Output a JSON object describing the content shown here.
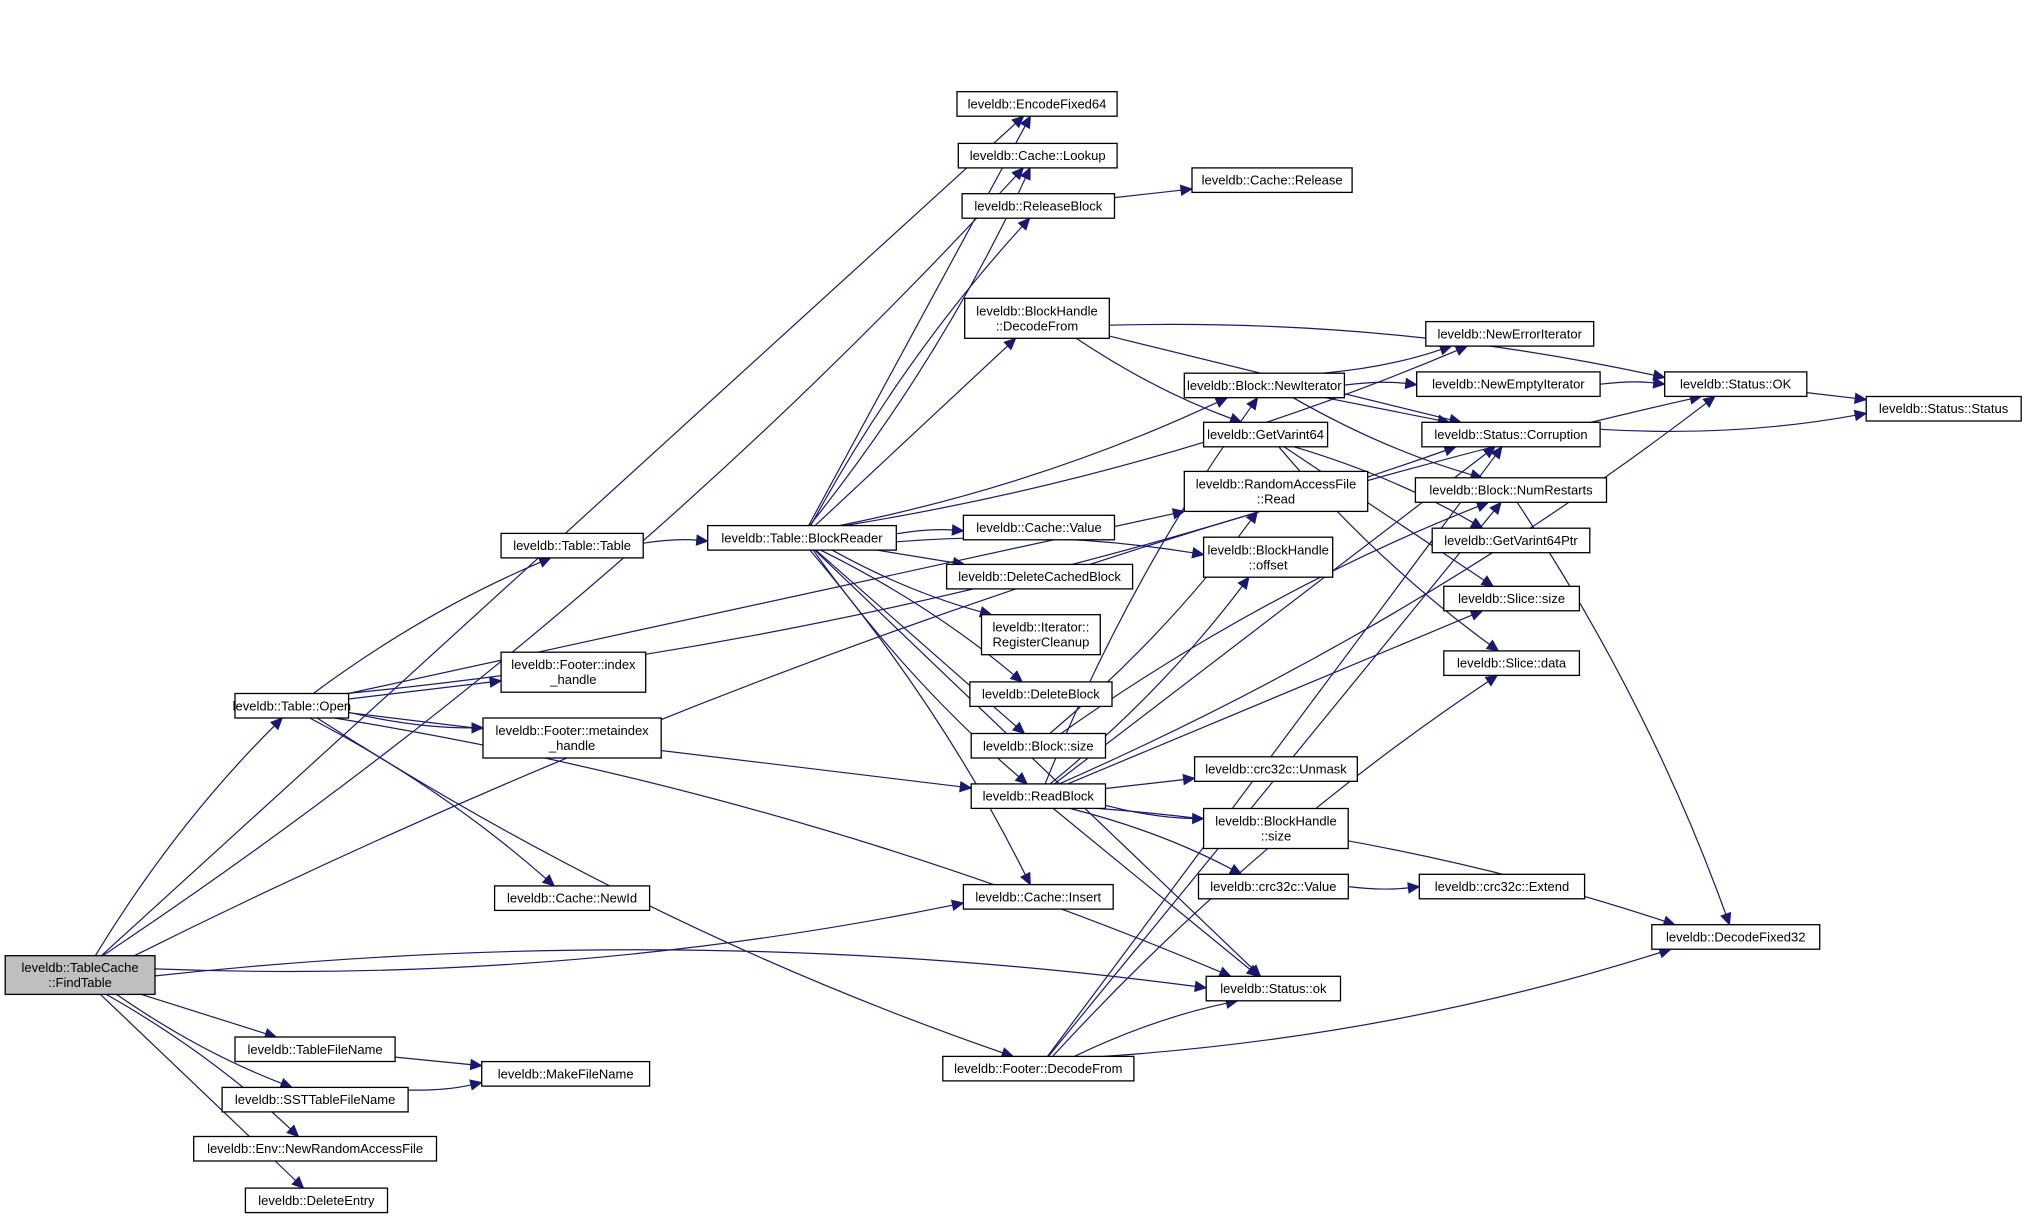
{
  "title": "leveldb::TableCache::FindTable call graph",
  "colors": {
    "edge": "#191970",
    "root_fill": "#bfbfbf",
    "node_fill": "#ffffff",
    "border": "#000000"
  },
  "nodes": [
    {
      "id": "findtable",
      "lines": [
        "leveldb::TableCache",
        "::FindTable"
      ],
      "root": true
    },
    {
      "id": "table_open",
      "lines": [
        "leveldb::Table::Open"
      ]
    },
    {
      "id": "tablefilename",
      "lines": [
        "leveldb::TableFileName"
      ]
    },
    {
      "id": "ssttablefilename",
      "lines": [
        "leveldb::SSTTableFileName"
      ]
    },
    {
      "id": "newrandomaccessfile",
      "lines": [
        "leveldb::Env::NewRandomAccessFile"
      ]
    },
    {
      "id": "deleteentry",
      "lines": [
        "leveldb::DeleteEntry"
      ]
    },
    {
      "id": "makefilename",
      "lines": [
        "leveldb::MakeFileName"
      ]
    },
    {
      "id": "table_table",
      "lines": [
        "leveldb::Table::Table"
      ]
    },
    {
      "id": "index_handle",
      "lines": [
        "leveldb::Footer::index",
        "_handle"
      ]
    },
    {
      "id": "metaindex_handle",
      "lines": [
        "leveldb::Footer::metaindex",
        "_handle"
      ]
    },
    {
      "id": "cache_newid",
      "lines": [
        "leveldb::Cache::NewId"
      ]
    },
    {
      "id": "blockreader",
      "lines": [
        "leveldb::Table::BlockReader"
      ]
    },
    {
      "id": "encodefixed64",
      "lines": [
        "leveldb::EncodeFixed64"
      ]
    },
    {
      "id": "cache_lookup",
      "lines": [
        "leveldb::Cache::Lookup"
      ]
    },
    {
      "id": "releaseblock",
      "lines": [
        "leveldb::ReleaseBlock"
      ]
    },
    {
      "id": "cache_release",
      "lines": [
        "leveldb::Cache::Release"
      ]
    },
    {
      "id": "bh_decodefrom",
      "lines": [
        "leveldb::BlockHandle",
        "::DecodeFrom"
      ]
    },
    {
      "id": "cache_value",
      "lines": [
        "leveldb::Cache::Value"
      ]
    },
    {
      "id": "deletecachedblock",
      "lines": [
        "leveldb::DeleteCachedBlock"
      ]
    },
    {
      "id": "registercleanup",
      "lines": [
        "leveldb::Iterator::",
        "RegisterCleanup"
      ]
    },
    {
      "id": "deleteblock",
      "lines": [
        "leveldb::DeleteBlock"
      ]
    },
    {
      "id": "block_size",
      "lines": [
        "leveldb::Block::size"
      ]
    },
    {
      "id": "readblock",
      "lines": [
        "leveldb::ReadBlock"
      ]
    },
    {
      "id": "cache_insert",
      "lines": [
        "leveldb::Cache::Insert"
      ]
    },
    {
      "id": "footer_decodefrom",
      "lines": [
        "leveldb::Footer::DecodeFrom"
      ]
    },
    {
      "id": "block_newiterator",
      "lines": [
        "leveldb::Block::NewIterator"
      ]
    },
    {
      "id": "getvarint64",
      "lines": [
        "leveldb::GetVarint64"
      ]
    },
    {
      "id": "raf_read",
      "lines": [
        "leveldb::RandomAccessFile",
        "::Read"
      ]
    },
    {
      "id": "bh_offset",
      "lines": [
        "leveldb::BlockHandle",
        "::offset"
      ]
    },
    {
      "id": "crc_unmask",
      "lines": [
        "leveldb::crc32c::Unmask"
      ]
    },
    {
      "id": "bh_size",
      "lines": [
        "leveldb::BlockHandle",
        "::size"
      ]
    },
    {
      "id": "crc_value",
      "lines": [
        "leveldb::crc32c::Value"
      ]
    },
    {
      "id": "status_ok_lower",
      "lines": [
        "leveldb::Status::ok"
      ]
    },
    {
      "id": "newerroriterator",
      "lines": [
        "leveldb::NewErrorIterator"
      ]
    },
    {
      "id": "newemptyiterator",
      "lines": [
        "leveldb::NewEmptyIterator"
      ]
    },
    {
      "id": "status_corruption",
      "lines": [
        "leveldb::Status::Corruption"
      ]
    },
    {
      "id": "block_numrestarts",
      "lines": [
        "leveldb::Block::NumRestarts"
      ]
    },
    {
      "id": "getvarint64ptr",
      "lines": [
        "leveldb::GetVarint64Ptr"
      ]
    },
    {
      "id": "slice_size",
      "lines": [
        "leveldb::Slice::size"
      ]
    },
    {
      "id": "slice_data",
      "lines": [
        "leveldb::Slice::data"
      ]
    },
    {
      "id": "crc_extend",
      "lines": [
        "leveldb::crc32c::Extend"
      ]
    },
    {
      "id": "status_ok_upper",
      "lines": [
        "leveldb::Status::OK"
      ]
    },
    {
      "id": "status_status",
      "lines": [
        "leveldb::Status::Status"
      ]
    },
    {
      "id": "decodefixed32",
      "lines": [
        "leveldb::DecodeFixed32"
      ]
    }
  ],
  "edges": [
    [
      "findtable",
      "table_open"
    ],
    [
      "findtable",
      "tablefilename"
    ],
    [
      "findtable",
      "ssttablefilename"
    ],
    [
      "findtable",
      "newrandomaccessfile"
    ],
    [
      "findtable",
      "deleteentry"
    ],
    [
      "findtable",
      "cache_insert"
    ],
    [
      "findtable",
      "status_ok_lower"
    ],
    [
      "findtable",
      "encodefixed64"
    ],
    [
      "findtable",
      "cache_lookup"
    ],
    [
      "findtable",
      "status_ok_upper"
    ],
    [
      "tablefilename",
      "makefilename"
    ],
    [
      "ssttablefilename",
      "makefilename"
    ],
    [
      "table_open",
      "table_table"
    ],
    [
      "table_open",
      "index_handle"
    ],
    [
      "table_open",
      "metaindex_handle"
    ],
    [
      "table_open",
      "cache_newid"
    ],
    [
      "table_open",
      "readblock"
    ],
    [
      "table_open",
      "footer_decodefrom"
    ],
    [
      "table_open",
      "status_ok_lower"
    ],
    [
      "table_open",
      "raf_read"
    ],
    [
      "table_open",
      "status_corruption"
    ],
    [
      "table_table",
      "blockreader"
    ],
    [
      "blockreader",
      "encodefixed64"
    ],
    [
      "blockreader",
      "cache_lookup"
    ],
    [
      "blockreader",
      "releaseblock"
    ],
    [
      "blockreader",
      "bh_decodefrom"
    ],
    [
      "blockreader",
      "newerroriterator"
    ],
    [
      "blockreader",
      "cache_value"
    ],
    [
      "blockreader",
      "deletecachedblock"
    ],
    [
      "blockreader",
      "registercleanup"
    ],
    [
      "blockreader",
      "deleteblock"
    ],
    [
      "blockreader",
      "block_size"
    ],
    [
      "blockreader",
      "readblock"
    ],
    [
      "blockreader",
      "cache_insert"
    ],
    [
      "blockreader",
      "status_ok_lower"
    ],
    [
      "blockreader",
      "block_newiterator"
    ],
    [
      "blockreader",
      "bh_offset"
    ],
    [
      "releaseblock",
      "cache_release"
    ],
    [
      "bh_decodefrom",
      "getvarint64"
    ],
    [
      "bh_decodefrom",
      "status_ok_upper"
    ],
    [
      "bh_decodefrom",
      "status_corruption"
    ],
    [
      "block_size",
      "raf_read"
    ],
    [
      "block_size",
      "block_numrestarts"
    ],
    [
      "readblock",
      "crc_unmask"
    ],
    [
      "readblock",
      "bh_size"
    ],
    [
      "readblock",
      "crc_value"
    ],
    [
      "readblock",
      "status_ok_lower"
    ],
    [
      "readblock",
      "bh_offset"
    ],
    [
      "readblock",
      "block_newiterator"
    ],
    [
      "readblock",
      "status_corruption"
    ],
    [
      "readblock",
      "status_ok_upper"
    ],
    [
      "readblock",
      "decodefixed32"
    ],
    [
      "readblock",
      "slice_size"
    ],
    [
      "crc_value",
      "crc_extend"
    ],
    [
      "footer_decodefrom",
      "status_ok_lower"
    ],
    [
      "footer_decodefrom",
      "status_corruption"
    ],
    [
      "footer_decodefrom",
      "decodefixed32"
    ],
    [
      "footer_decodefrom",
      "slice_data"
    ],
    [
      "footer_decodefrom",
      "block_numrestarts"
    ],
    [
      "block_newiterator",
      "newerroriterator"
    ],
    [
      "block_newiterator",
      "newemptyiterator"
    ],
    [
      "block_newiterator",
      "status_corruption"
    ],
    [
      "block_newiterator",
      "block_numrestarts"
    ],
    [
      "getvarint64",
      "getvarint64ptr"
    ],
    [
      "getvarint64",
      "slice_size"
    ],
    [
      "getvarint64",
      "slice_data"
    ],
    [
      "newemptyiterator",
      "status_ok_upper"
    ],
    [
      "status_ok_upper",
      "status_status"
    ],
    [
      "status_corruption",
      "status_status"
    ],
    [
      "block_numrestarts",
      "decodefixed32"
    ]
  ]
}
